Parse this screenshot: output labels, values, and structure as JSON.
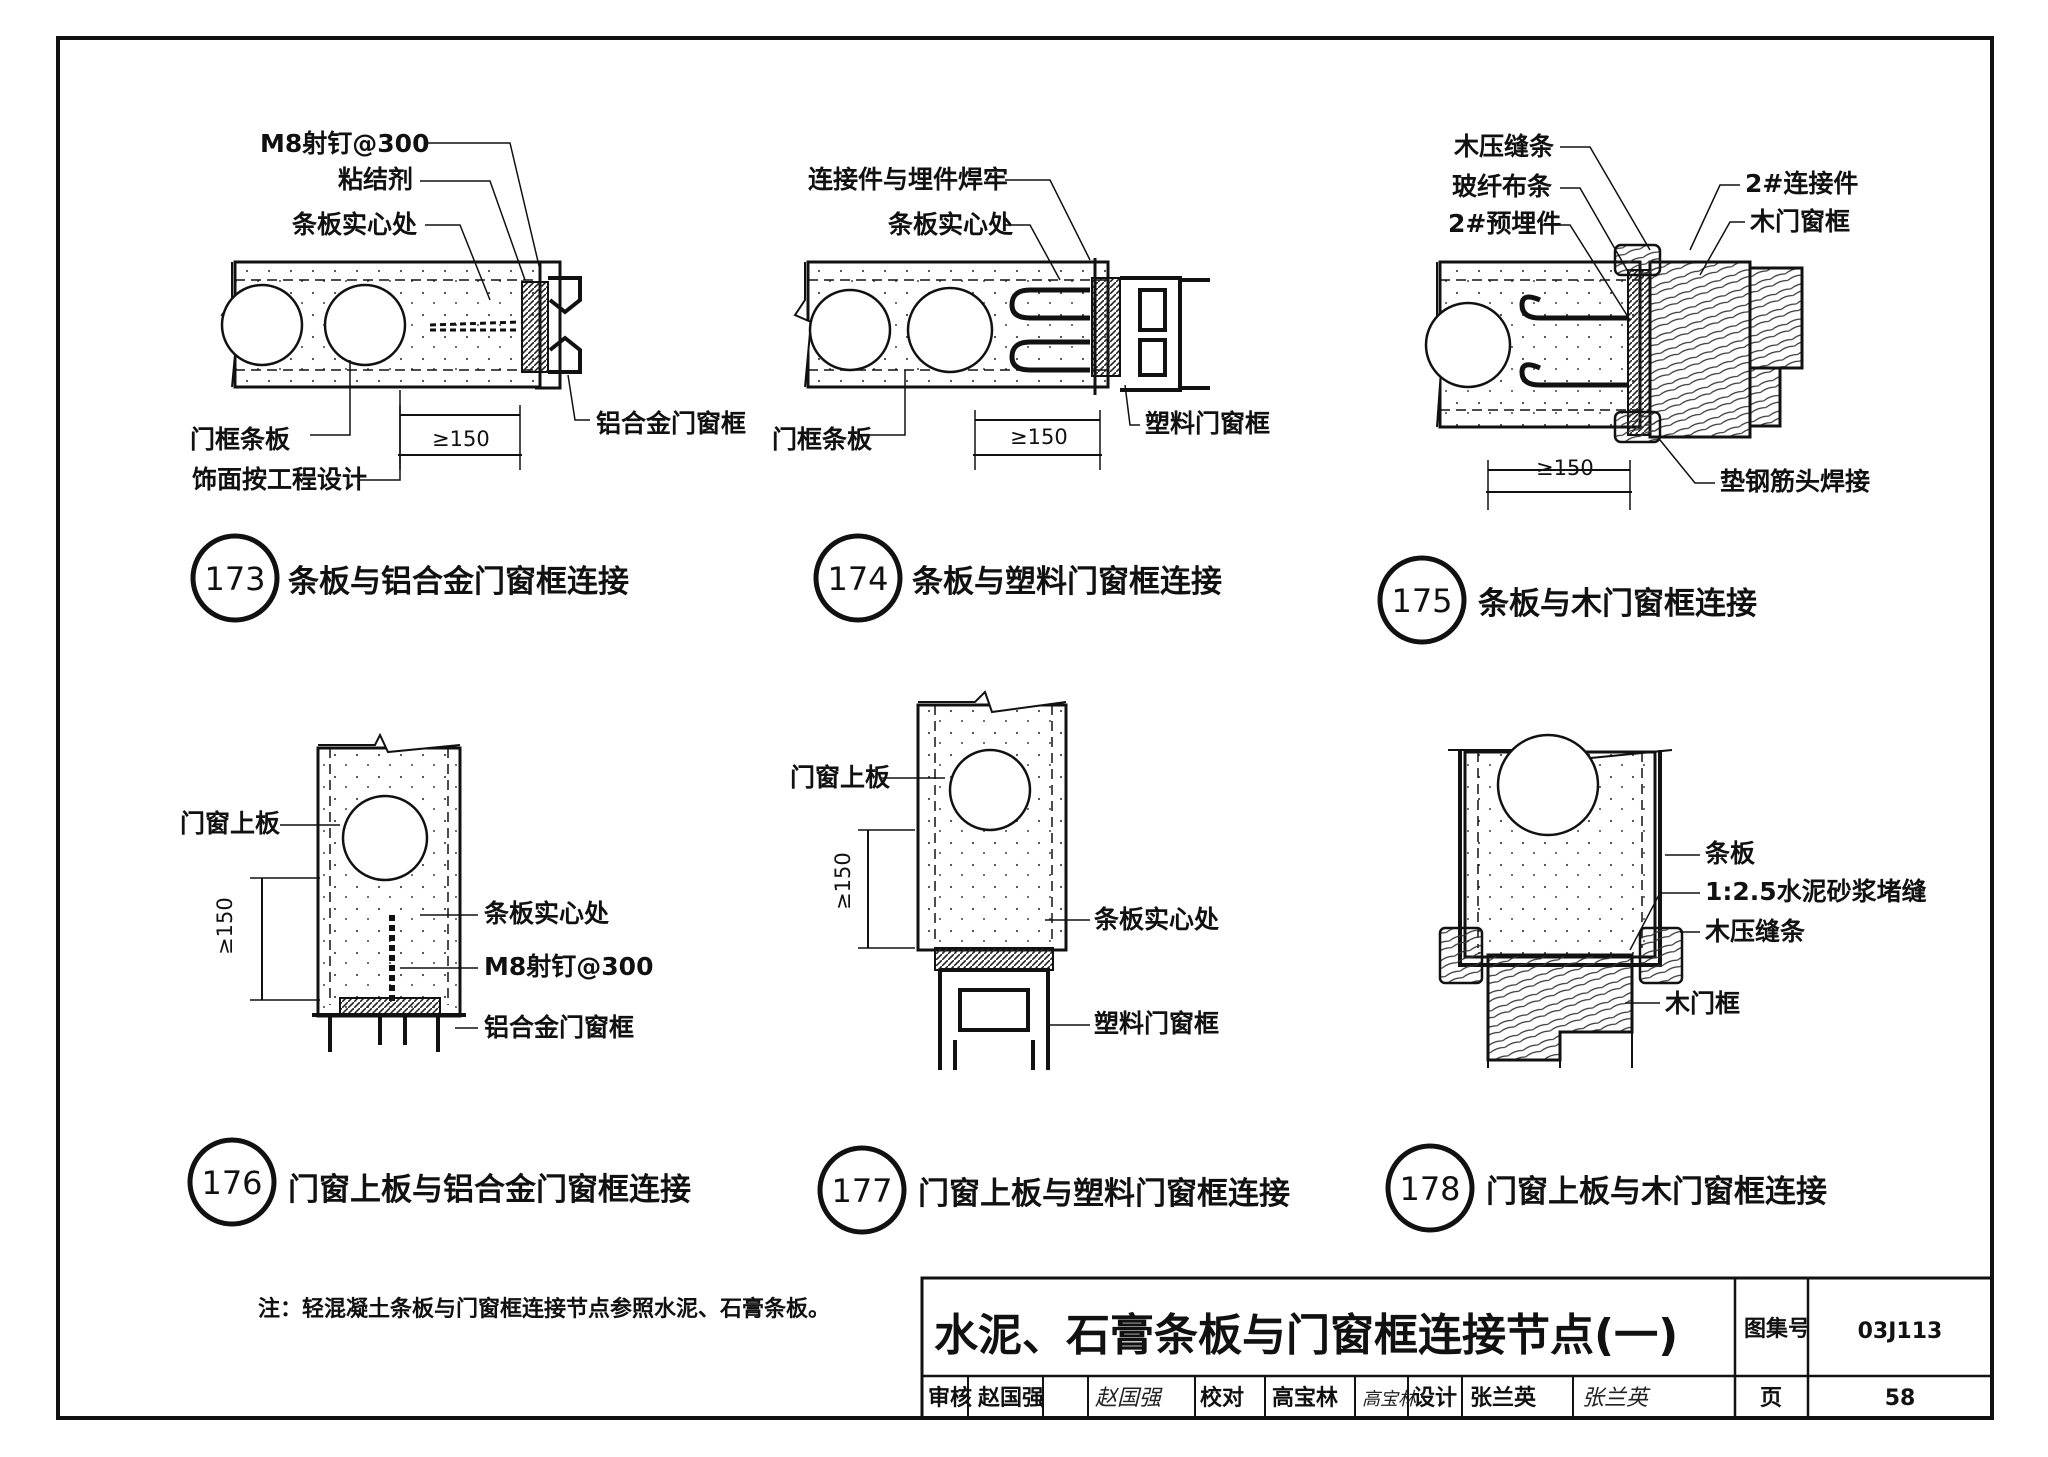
{
  "details": [
    {
      "number": "173",
      "title": "条板与铝合金门窗框连接",
      "labels": [
        "M8射钉@300",
        "粘结剂",
        "条板实心处",
        "门框条板",
        "饰面按工程设计",
        "铝合金门窗框"
      ],
      "dim": "≥150"
    },
    {
      "number": "174",
      "title": "条板与塑料门窗框连接",
      "labels": [
        "连接件与埋件焊牢",
        "条板实心处",
        "门框条板",
        "塑料门窗框"
      ],
      "dim": "≥150"
    },
    {
      "number": "175",
      "title": "条板与木门窗框连接",
      "labels": [
        "木压缝条",
        "玻纤布条",
        "2#预埋件",
        "2#连接件",
        "木门窗框",
        "垫钢筋头焊接"
      ],
      "dim": "≥150"
    },
    {
      "number": "176",
      "title": "门窗上板与铝合金门窗框连接",
      "labels": [
        "门窗上板",
        "条板实心处",
        "M8射钉@300",
        "铝合金门窗框"
      ],
      "dim": "≥150"
    },
    {
      "number": "177",
      "title": "门窗上板与塑料门窗框连接",
      "labels": [
        "门窗上板",
        "条板实心处",
        "塑料门窗框"
      ],
      "dim": "≥150"
    },
    {
      "number": "178",
      "title": "门窗上板与木门窗框连接",
      "labels": [
        "条板",
        "1:2.5水泥砂浆堵缝",
        "木压缝条",
        "木门框"
      ]
    }
  ],
  "note": "注：轻混凝土条板与门窗框连接节点参照水泥、石膏条板。",
  "title_block": {
    "drawing_title": "水泥、石膏条板与门窗框连接节点(一)",
    "atlas_label": "图集号",
    "atlas_no": "03J113",
    "review_label": "审核",
    "reviewer": "赵国强",
    "reviewer_sig": "赵国强",
    "check_label": "校对",
    "checker": "高宝林",
    "checker_sig": "高宝林",
    "design_label": "设计",
    "designer": "张兰英",
    "designer_sig": "张兰英",
    "page_label": "页",
    "page_no": "58"
  }
}
